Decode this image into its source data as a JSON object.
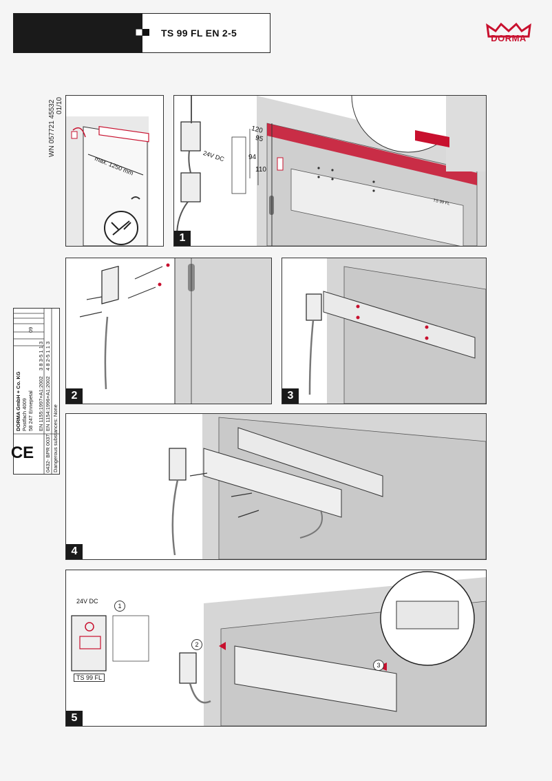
{
  "header": {
    "title": "TS 99 FL EN 2-5",
    "brand": "DORMA",
    "brand_color": "#c8102e"
  },
  "side_code": {
    "line1": "WN 057721 45532",
    "line2": "01/10"
  },
  "certificate": {
    "ce_mark": "CE",
    "notified_body": "0432- BPR 0037",
    "company": "DORMA GmbH + Co. KG",
    "address1": "Postfach 4009",
    "address2": "58 247 Ennepetal",
    "year": "09",
    "standard1": "EN 1154:1996+A1:2002",
    "standard2": "EN 1155:1997+A1:2002",
    "class1": "4 8 2-5 1 1 3",
    "class2": "3 8 3-5 1 1 3",
    "dangerous": "Dangerous substances: None"
  },
  "step1": {
    "number": "1",
    "distance_label": "max. 1250 mm",
    "voltage": "24V DC",
    "dim_120": "120",
    "dim_95": "95",
    "dim_94": "94",
    "dim_110": "110",
    "product_label": "TS 99 FL"
  },
  "step2": {
    "number": "2"
  },
  "step3": {
    "number": "3"
  },
  "step4": {
    "number": "4"
  },
  "step5": {
    "number": "5",
    "voltage": "24V DC",
    "product_label": "TS 99 FL",
    "callout1": "1",
    "callout2": "2",
    "callout3": "3"
  }
}
